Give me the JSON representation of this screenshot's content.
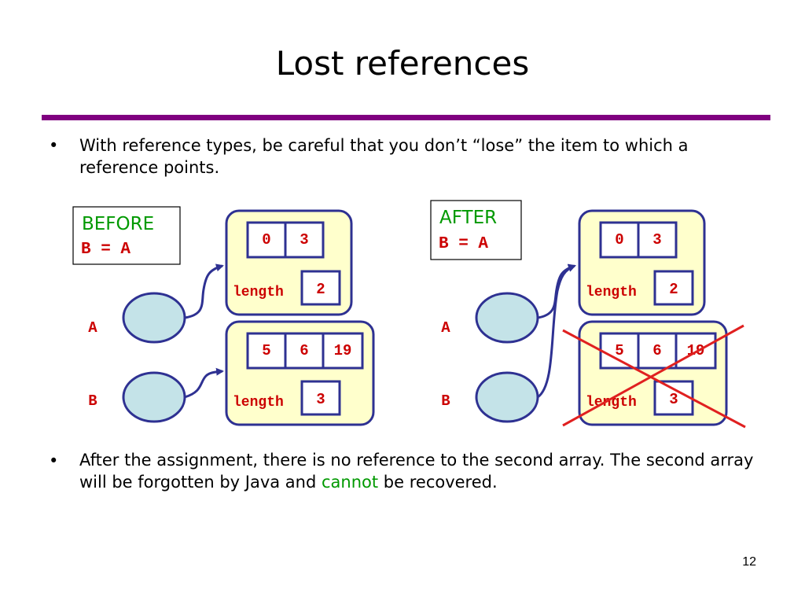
{
  "slide": {
    "title": "Lost references",
    "bullets": [
      {
        "marker": "•",
        "text": "With reference types, be careful that you don’t “lose” the item to which a reference points."
      },
      {
        "marker": "•",
        "text_before": "After the assignment, there is no reference to the second array.  The second array will be forgotten by Java and ",
        "emphasis": "cannot",
        "text_after": " be recovered."
      }
    ],
    "page_number": "12"
  },
  "diagram": {
    "before": {
      "heading": "BEFORE",
      "statement": "B = A",
      "var_a": "A",
      "var_b": "B",
      "array1": {
        "cells": [
          "0",
          "3"
        ],
        "length_label": "length",
        "length_value": "2"
      },
      "array2": {
        "cells": [
          "5",
          "6",
          "19"
        ],
        "length_label": "length",
        "length_value": "3"
      }
    },
    "after": {
      "heading": "AFTER",
      "statement": "B = A",
      "var_a": "A",
      "var_b": "B",
      "array1": {
        "cells": [
          "0",
          "3"
        ],
        "length_label": "length",
        "length_value": "2"
      },
      "array2": {
        "cells": [
          "5",
          "6",
          "19"
        ],
        "length_label": "length",
        "length_value": "3"
      },
      "lost_marker": "red-x-cross"
    }
  },
  "colors": {
    "rule": "#800080",
    "heading_text": "#009900",
    "code_text": "#cc0000",
    "box_stroke": "#2e3192",
    "box_fill": "#ffffcc",
    "ellipse_fill": "#c4e3e8",
    "cross": "#e02020",
    "emphasis": "#009900"
  }
}
